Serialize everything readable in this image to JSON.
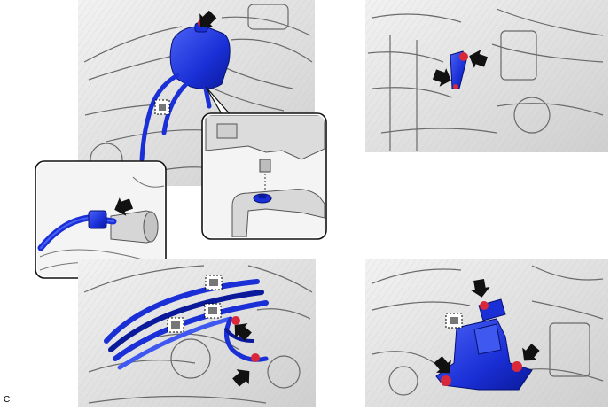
{
  "figure": {
    "code": "C"
  },
  "colors": {
    "part_blue": "#1a2fd6",
    "part_blue_dark": "#0b1a9a",
    "part_blue_light": "#3f58f0",
    "fastener_red": "#d8283a",
    "engine_gray": "#d9d9d9",
    "engine_shade": "#b8b8b8",
    "line_dark": "#555555",
    "callout_border": "#111111",
    "arrow": "#111111"
  },
  "panels": [
    {
      "id": "top-left",
      "subject": "coolant-reservoir-tank-with-hoses"
    },
    {
      "id": "top-right",
      "subject": "bracket-removal"
    },
    {
      "id": "bottom-left",
      "subject": "hose-bundle-with-clamps"
    },
    {
      "id": "bottom-right",
      "subject": "mounting-bracket-with-bolts"
    }
  ],
  "callouts": [
    {
      "id": "pin-grommet-detail",
      "source": "top-left"
    },
    {
      "id": "hose-clip-detail",
      "source": "bottom-left"
    }
  ],
  "icons": [
    "arrow-icon",
    "clamp-marker-icon",
    "bolt-icon"
  ]
}
